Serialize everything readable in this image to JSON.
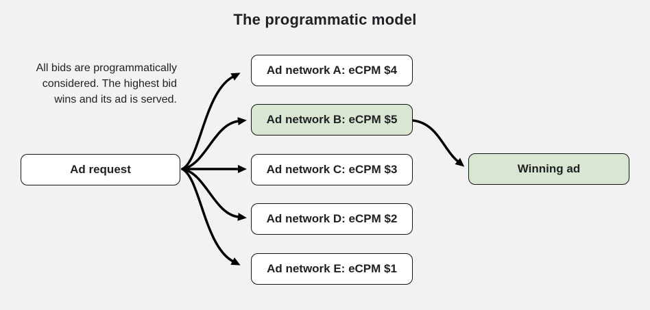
{
  "diagram": {
    "title": "The programmatic model",
    "description": {
      "line1": "All bids are programmatically",
      "line2": "considered. The highest bid",
      "line3": "wins and its ad is served."
    },
    "request": {
      "label": "Ad request"
    },
    "networks": [
      {
        "label": "Ad network A: eCPM $4",
        "highlighted": false
      },
      {
        "label": "Ad network B: eCPM $5",
        "highlighted": true
      },
      {
        "label": "Ad network C: eCPM $3",
        "highlighted": false
      },
      {
        "label": "Ad network D: eCPM $2",
        "highlighted": false
      },
      {
        "label": "Ad network E: eCPM $1",
        "highlighted": false
      }
    ],
    "winner": {
      "label": "Winning ad"
    }
  },
  "colors": {
    "background": "#f2f2f2",
    "box_fill": "#ffffff",
    "highlight_fill": "#d9e7d2",
    "box_border": "#111111",
    "arrow": "#000000",
    "text": "#202124"
  }
}
